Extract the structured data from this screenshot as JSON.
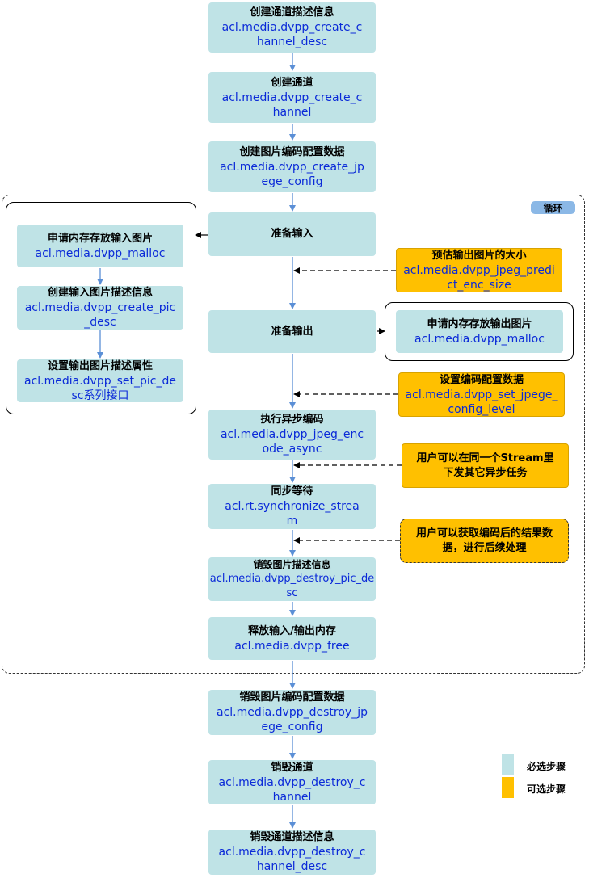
{
  "main_flow": [
    {
      "title": "创建通道描述信息",
      "api": "acl.media.dvpp_create_channel_desc"
    },
    {
      "title": "创建通道",
      "api": "acl.media.dvpp_create_channel"
    },
    {
      "title": "创建图片编码配置数据",
      "api": "acl.media.dvpp_create_jpege_config"
    },
    {
      "title": "准备输入",
      "api": ""
    },
    {
      "title": "准备输出",
      "api": ""
    },
    {
      "title": "执行异步编码",
      "api": "acl.media.dvpp_jpeg_encode_async"
    },
    {
      "title": "同步等待",
      "api": "acl.rt.synchronize_stream"
    },
    {
      "title": "销毁图片描述信息",
      "api": "acl.media.dvpp_destroy_pic_desc"
    },
    {
      "title": "释放输入/输出内存",
      "api": "acl.media.dvpp_free"
    },
    {
      "title": "销毁图片编码配置数据",
      "api": "acl.media.dvpp_destroy_jpege_config"
    },
    {
      "title": "销毁通道",
      "api": "acl.media.dvpp_destroy_channel"
    },
    {
      "title": "销毁通道描述信息",
      "api": "acl.media.dvpp_destroy_channel_desc"
    }
  ],
  "input_panel": [
    {
      "title": "申请内存存放输入图片",
      "api": "acl.media.dvpp_malloc"
    },
    {
      "title": "创建输入图片描述信息",
      "api": "acl.media.dvpp_create_pic_desc"
    },
    {
      "title": "设置输出图片描述属性",
      "api": "acl.media.dvpp_set_pic_desc系列接口"
    }
  ],
  "output_panel": {
    "title": "申请内存存放输出图片",
    "api": "acl.media.dvpp_malloc"
  },
  "optional_steps": [
    {
      "title": "预估输出图片的大小",
      "api": "acl.media.dvpp_jpeg_predict_enc_size"
    },
    {
      "title": "设置编码配置数据",
      "api": "acl.media.dvpp_set_jpege_config_level"
    },
    {
      "text": "用户可以在同一个Stream里下发其它异步任务"
    },
    {
      "text": "用户可以获取编码后的结果数据，进行后续处理"
    }
  ],
  "loop_label": "循环",
  "legend": [
    {
      "label": "必选步骤",
      "color": "#bfe3e6"
    },
    {
      "label": "可选步骤",
      "color": "#ffc000"
    }
  ]
}
